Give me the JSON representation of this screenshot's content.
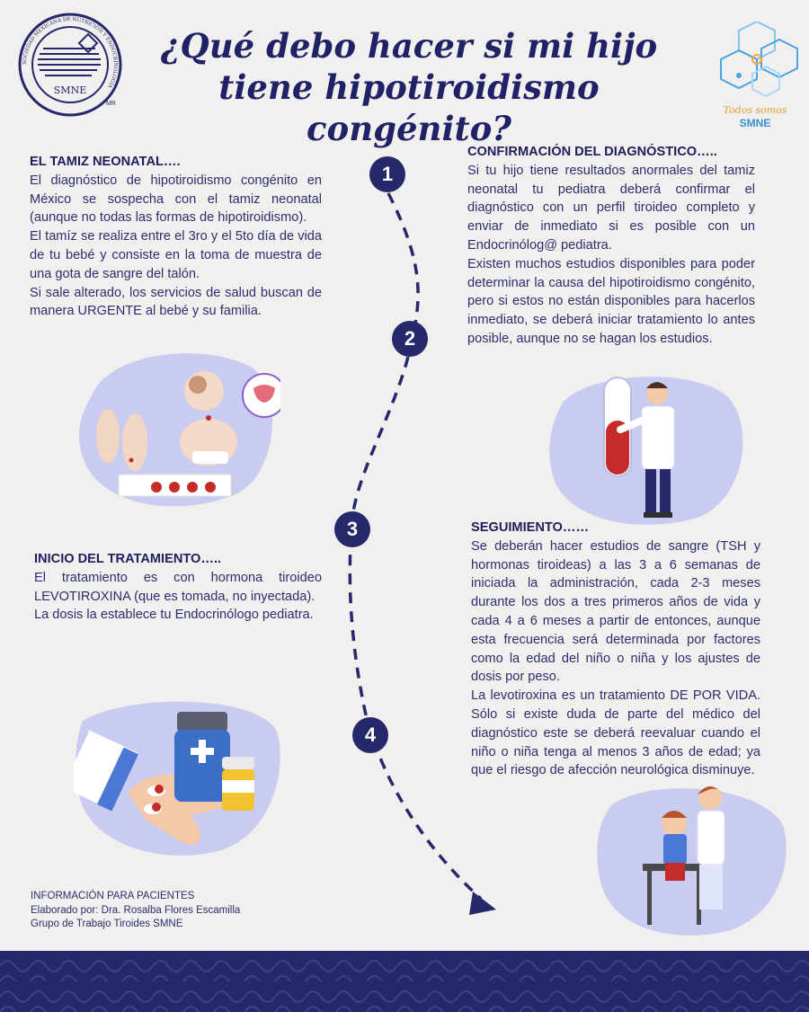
{
  "header": {
    "title": "¿Qué debo hacer si mi hijo tiene hipotiroidismo congénito?",
    "left_logo": {
      "ring_text": "SOCIEDAD MEXICANA DE NUTRICIÓN Y ENDOCRINOLOGÍA",
      "name": "SMNE",
      "mark": "MR"
    },
    "right_logo": {
      "script": "Todos somos",
      "name": "SMNE"
    }
  },
  "steps": [
    "1",
    "2",
    "3",
    "4"
  ],
  "sections": {
    "tamiz": {
      "heading": "EL TAMIZ NEONATAL….",
      "paragraphs": [
        "El diagnóstico de hipotiroidismo congénito en México se sospecha con el tamiz neonatal (aunque no todas las formas de hipotiroidismo).",
        "El tamíz se realiza entre el 3ro y el 5to día de vida de tu bebé y consiste en la toma de muestra de una gota de sangre del talón.",
        "Si sale alterado, los servicios de salud buscan de manera URGENTE al bebé y su familia."
      ]
    },
    "confirmacion": {
      "heading": "CONFIRMACIÓN DEL DIAGNÓSTICO…..",
      "paragraphs": [
        "Si tu hijo tiene resultados anormales del tamiz neonatal tu pediatra deberá confirmar el diagnóstico con un perfil tiroideo completo y enviar de inmediato si es posible con un Endocrinólog@ pediatra.",
        "Existen muchos estudios disponibles para poder determinar la causa del hipotiroidismo congénito, pero si estos no están disponibles para hacerlos inmediato, se deberá iniciar tratamiento lo antes posible, aunque no se hagan los estudios."
      ]
    },
    "inicio": {
      "heading": "INICIO DEL TRATAMIENTO…..",
      "paragraphs": [
        "El tratamiento es con hormona tiroideo LEVOTIROXINA (que es tomada, no inyectada).",
        "La dosis la establece tu Endocrinólogo pediatra."
      ]
    },
    "seguimiento": {
      "heading": "SEGUIMIENTO……",
      "paragraphs": [
        "Se deberán hacer estudios de sangre (TSH y hormonas tiroideas) a las 3 a 6 semanas de iniciada la administración, cada 2-3 meses durante los dos a tres primeros años de vida y cada 4 a 6 meses a partir de entonces, aunque esta frecuencia será determinada por factores como la edad del niño o niña y los ajustes de dosis por peso.",
        "La levotiroxina es un tratamiento DE POR VIDA. Sólo si existe duda de parte del médico del diagnóstico este se deberá reevaluar cuando el niño o niña tenga al menos 3 años de edad; ya que el riesgo de afección neurológica disminuye."
      ]
    }
  },
  "footer": {
    "line1": "INFORMACIÓN PARA PACIENTES",
    "line2": "Elaborado por: Dra. Rosalba Flores Escamilla",
    "line3": "Grupo de Trabajo Tiroides SMNE"
  },
  "colors": {
    "navy": "#25296b",
    "background": "#f2efef",
    "blob": "#c9ccf0",
    "red": "#c62b2b",
    "accent_blue": "#3a8fd2"
  }
}
